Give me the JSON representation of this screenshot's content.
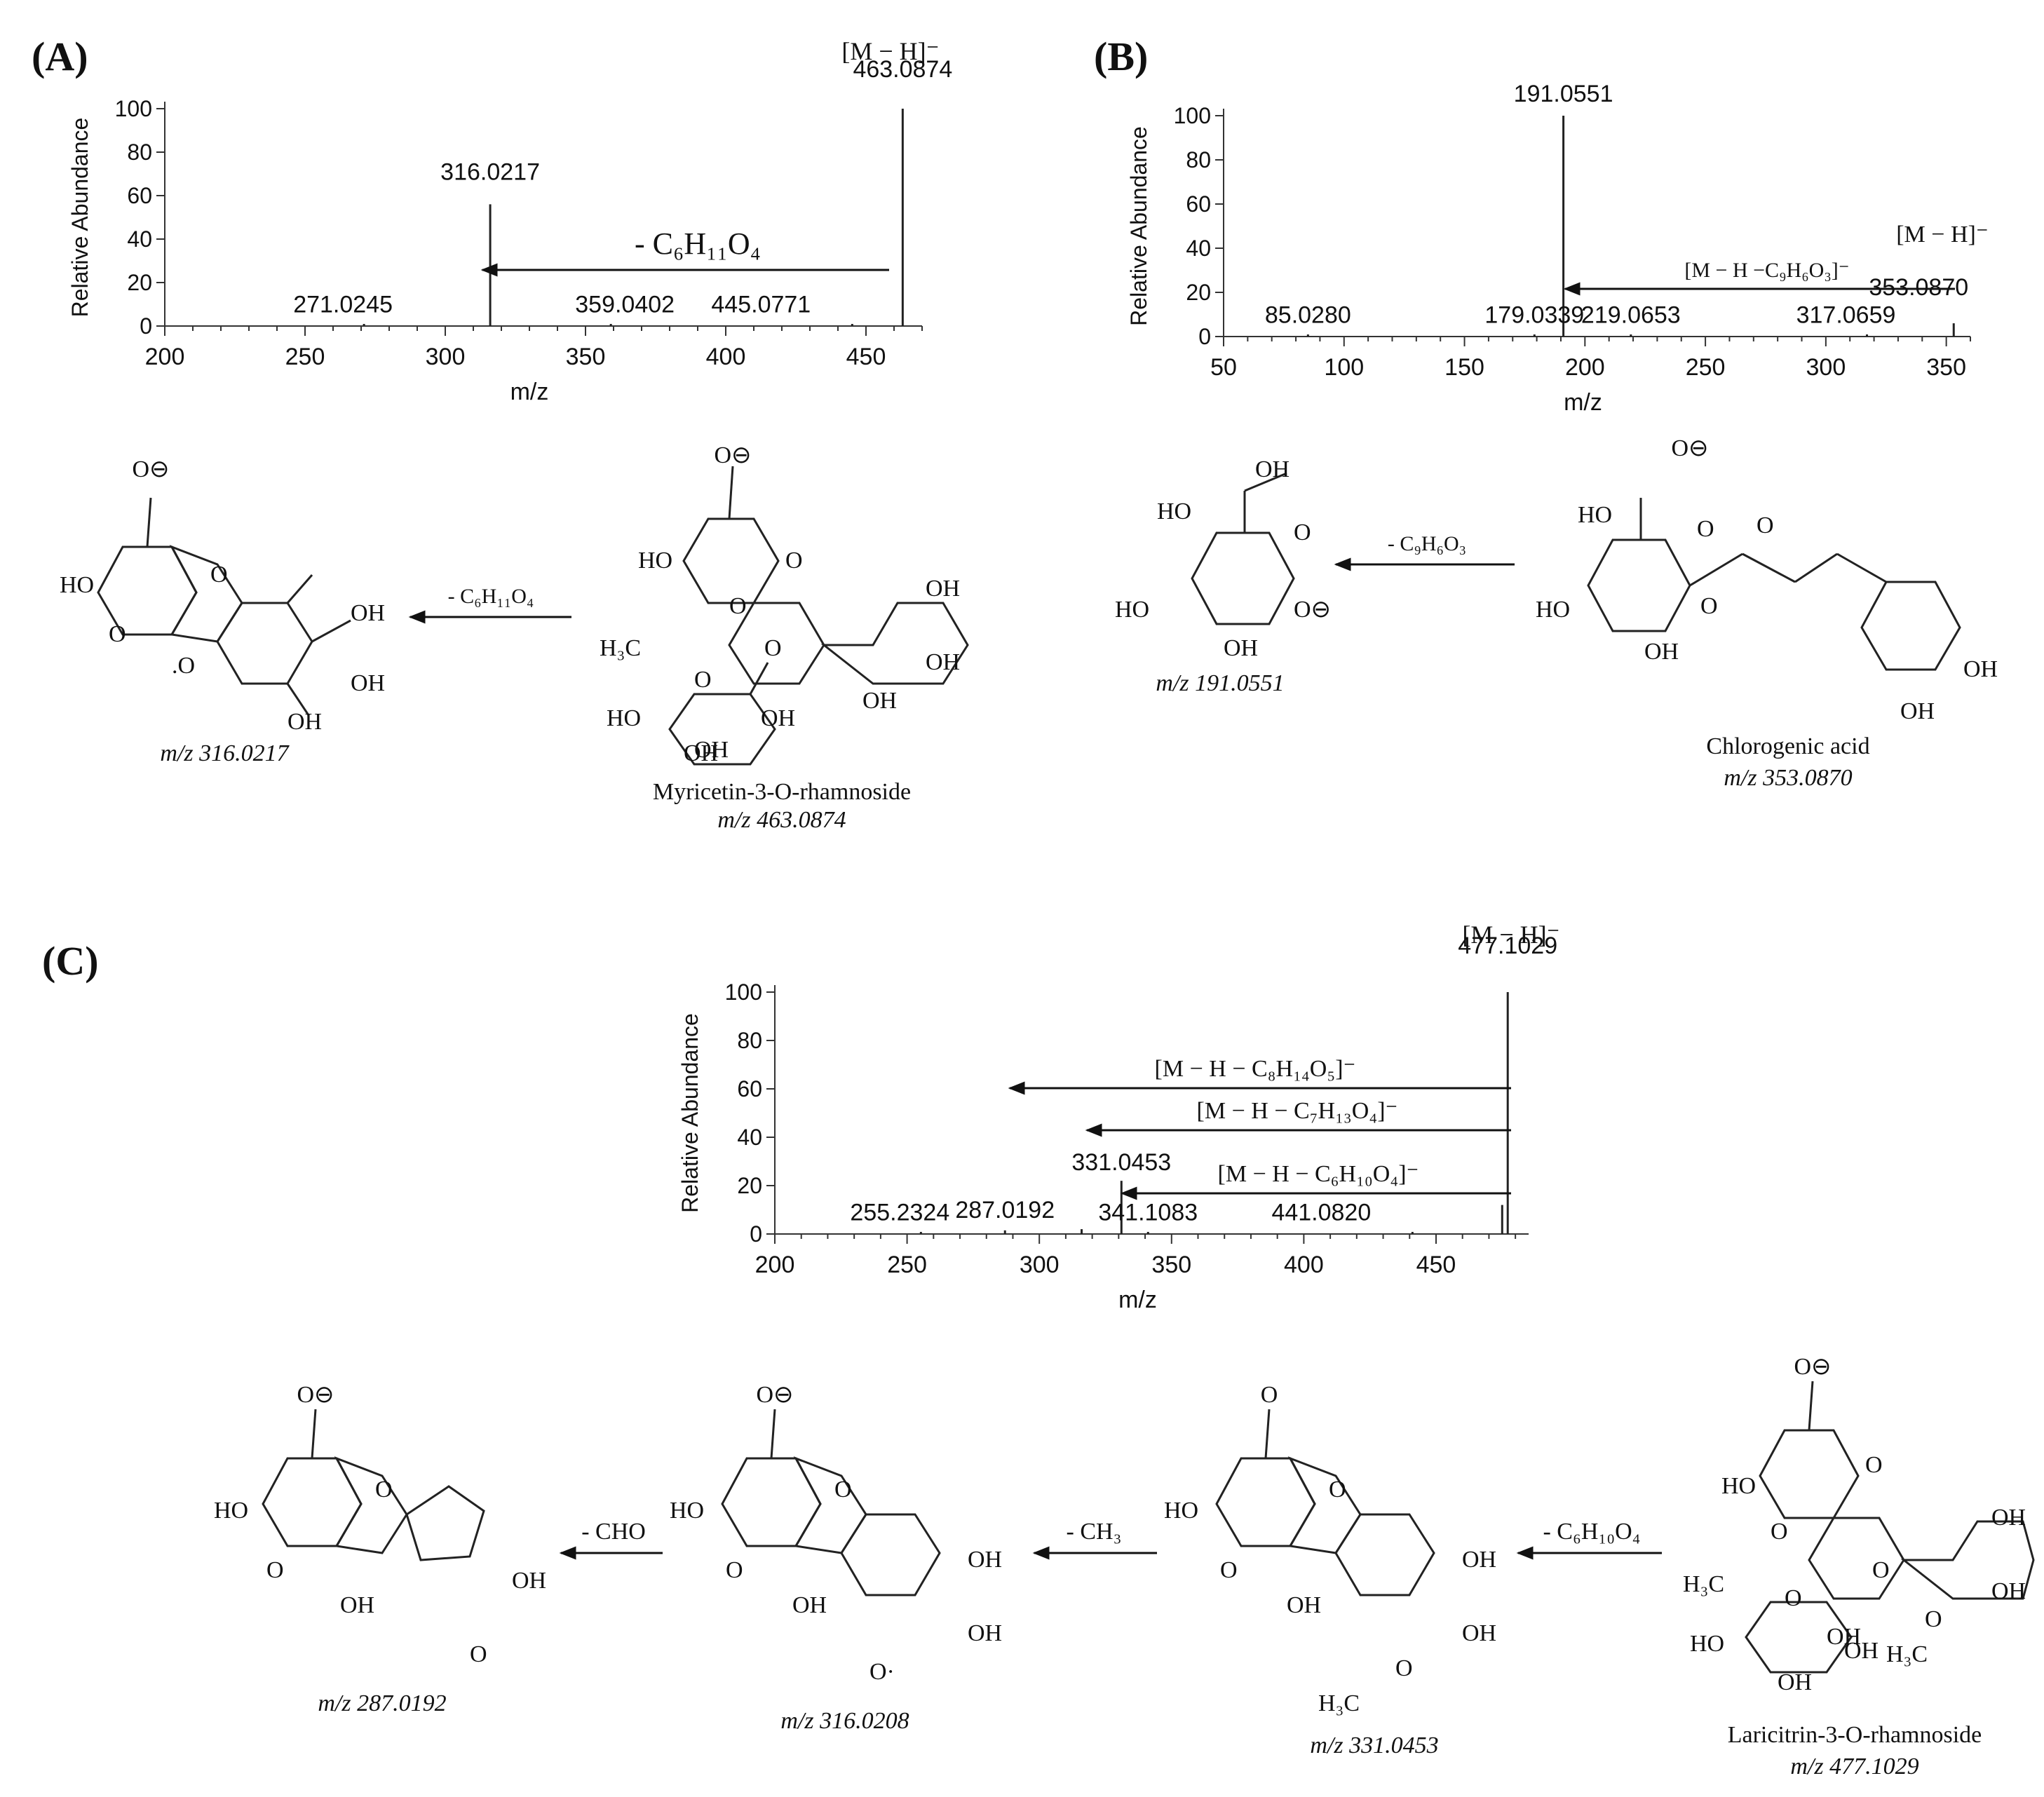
{
  "panels": [
    {
      "id": "A",
      "label": "(A)",
      "annotations": {
        "arrow_label": "- C₆H₁₁O₄",
        "precursor_label": "[M − H]⁻"
      },
      "scheme": {
        "arrow_label": "- C₆H₁₁O₄",
        "product_caption": "m/z 316.0217",
        "precursor_name": "Myricetin-3-O-rhamnoside",
        "precursor_caption": "m/z 463.0874",
        "atoms": [
          "O⊖",
          "HO",
          "O",
          "O",
          ".O",
          "OH",
          "OH",
          "OH",
          "O⊖",
          "HO",
          "O",
          "O",
          "O",
          "OH",
          "OH",
          "OH",
          "H₃C",
          "O",
          "HO",
          "OH",
          "OH",
          "OH"
        ]
      }
    },
    {
      "id": "B",
      "label": "(B)",
      "annotations": {
        "arrow_label": "[M − H −C₉H₆O₃]⁻",
        "precursor_label": "[M − H]⁻"
      },
      "scheme": {
        "arrow_label": "- C₉H₆O₃",
        "product_caption": "m/z 191.0551",
        "precursor_name": "Chlorogenic acid",
        "precursor_caption": "m/z 353.0870",
        "atoms": [
          "OH",
          "HO",
          "O",
          "O⊖",
          "HO",
          "OH",
          "O⊖",
          "HO",
          "O",
          "O",
          "O",
          "HO",
          "OH",
          "OH",
          "OH"
        ]
      }
    },
    {
      "id": "C",
      "label": "(C)",
      "annotations": {
        "precursor_label": "[M − H]⁻",
        "loss_labels": [
          "[M − H − C₈H₁₄O₅]⁻",
          "[M − H − C₇H₁₃O₄]⁻",
          "[M − H − C₆H₁₀O₄]⁻"
        ]
      },
      "scheme": {
        "steps": [
          {
            "arrow_label": "- CHO",
            "caption": "m/z 287.0192"
          },
          {
            "arrow_label": "- CH₃",
            "caption": "m/z 316.0208"
          },
          {
            "arrow_label": "- C₆H₁₀O₄",
            "caption": "m/z 331.0453"
          },
          {
            "arrow_label": "",
            "caption": "m/z 477.1029"
          }
        ],
        "precursor_name": "Laricitrin-3-O-rhamnoside",
        "atoms": [
          "O⊖",
          "HO",
          "O",
          "O",
          "OH",
          "OH",
          "O",
          "O⊖",
          "HO",
          "O",
          "O",
          "OH",
          "OH",
          "OH",
          "O·",
          "O",
          "HO",
          "O",
          "O",
          "OH",
          "OH",
          "OH",
          "O",
          "H₃C",
          "O⊖",
          "HO",
          "O",
          "O",
          "O",
          "OH",
          "OH",
          "O",
          "H₃C",
          "H₃C",
          "O",
          "HO",
          "OH",
          "OH",
          "OH"
        ]
      }
    }
  ],
  "chart_data": [
    {
      "type": "bar",
      "panel": "A",
      "xlabel": "m/z",
      "ylabel": "Relative Abundance",
      "xlim": [
        200,
        470
      ],
      "ylim": [
        0,
        100
      ],
      "xticks": [
        200,
        250,
        300,
        350,
        400,
        450
      ],
      "yticks": [
        0,
        20,
        40,
        60,
        80,
        100
      ],
      "peaks": [
        {
          "mz": 316.0217,
          "abundance": 56,
          "label": "316.0217"
        },
        {
          "mz": 463.0874,
          "abundance": 100,
          "label": "463.0874"
        },
        {
          "mz": 271.0245,
          "abundance": 0.5,
          "label": "271.0245"
        },
        {
          "mz": 359.0402,
          "abundance": 0.5,
          "label": "359.0402"
        },
        {
          "mz": 445.0771,
          "abundance": 0.5,
          "label": "445.0771"
        }
      ]
    },
    {
      "type": "bar",
      "panel": "B",
      "xlabel": "m/z",
      "ylabel": "Relative Abundance",
      "xlim": [
        50,
        360
      ],
      "ylim": [
        0,
        100
      ],
      "xticks": [
        50,
        100,
        150,
        200,
        250,
        300,
        350
      ],
      "yticks": [
        0,
        20,
        40,
        60,
        80,
        100
      ],
      "peaks": [
        {
          "mz": 191.0551,
          "abundance": 100,
          "label": "191.0551"
        },
        {
          "mz": 353.087,
          "abundance": 6,
          "label": "353.0870"
        },
        {
          "mz": 85.028,
          "abundance": 0.5,
          "label": "85.0280"
        },
        {
          "mz": 179.0339,
          "abundance": 0.5,
          "label": "179.0339"
        },
        {
          "mz": 219.0653,
          "abundance": 0.5,
          "label": "219.0653"
        },
        {
          "mz": 317.0659,
          "abundance": 0.5,
          "label": "317.0659"
        }
      ]
    },
    {
      "type": "bar",
      "panel": "C",
      "xlabel": "m/z",
      "ylabel": "Relative Abundance",
      "xlim": [
        200,
        485
      ],
      "ylim": [
        0,
        100
      ],
      "xticks": [
        200,
        250,
        300,
        350,
        400,
        450
      ],
      "yticks": [
        0,
        20,
        40,
        60,
        80,
        100
      ],
      "peaks": [
        {
          "mz": 477.1029,
          "abundance": 100,
          "label": "477.1029"
        },
        {
          "mz": 331.0453,
          "abundance": 22,
          "label": "331.0453"
        },
        {
          "mz": 255.2324,
          "abundance": 0.5,
          "label": "255.2324"
        },
        {
          "mz": 287.0192,
          "abundance": 1.5,
          "label": "287.0192"
        },
        {
          "mz": 341.1083,
          "abundance": 0.5,
          "label": "341.1083"
        },
        {
          "mz": 441.082,
          "abundance": 0.5,
          "label": "441.0820"
        },
        {
          "mz": 316.0,
          "abundance": 2,
          "label": ""
        },
        {
          "mz": 475.0,
          "abundance": 12,
          "label": ""
        }
      ]
    }
  ]
}
